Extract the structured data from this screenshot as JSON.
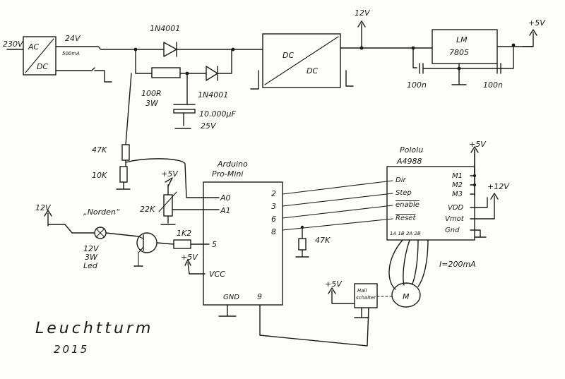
{
  "power": {
    "mains": "230V",
    "adapter_top": "AC",
    "adapter_bottom": "DC",
    "adapter_out_voltage": "24V",
    "adapter_out_current": "500mA",
    "diode_top": "1N4001",
    "diode_mid": "1N4001",
    "resistor_value": "100R",
    "resistor_power": "3W",
    "cap_value": "10.000µF",
    "cap_voltage": "25V",
    "dcdc_left": "DC",
    "dcdc_right": "DC",
    "rail_12v": "12V",
    "reg_name": "LM",
    "reg_part": "7805",
    "rail_5v": "+5V",
    "cap_left": "100n",
    "cap_right": "100n"
  },
  "divider": {
    "r_top": "47K",
    "r_bottom": "10K"
  },
  "arduino": {
    "name": "Arduino",
    "model": "Pro-Mini",
    "pin_a0": "A0",
    "pin_a1": "A1",
    "pin_5": "5",
    "pin_vcc": "VCC",
    "pin_gnd": "GND",
    "pin_2": "2",
    "pin_3": "3",
    "pin_6": "6",
    "pin_8": "8",
    "pin_9": "9"
  },
  "pot": {
    "label": "„Norden“",
    "value": "22K",
    "supply": "+5V"
  },
  "lamp": {
    "supply": "12V",
    "v": "12V",
    "w": "3W",
    "type": "Led",
    "base_resistor": "1K2",
    "vcc_supply": "+5V"
  },
  "driver": {
    "name": "Pololu",
    "model": "A4988",
    "pin_dir": "Dir",
    "pin_step": "Step",
    "pin_enable": "enable",
    "pin_reset": "Reset",
    "pin_m1": "M1",
    "pin_m2": "M2",
    "pin_m3": "M3",
    "pin_vdd": "VDD",
    "pin_vmot": "Vmot",
    "pin_gnd": "Gnd",
    "pin_bottom": "1A 1B 2A 2B",
    "supply_5v": "+5V",
    "supply_12v": "+12V",
    "pullup": "47K",
    "current": "I=200mA"
  },
  "hall": {
    "supply": "+5V",
    "line1": "Hall",
    "line2": "schalter",
    "motor": "M"
  },
  "title": {
    "name": "Leuchtturm",
    "year": "2015"
  }
}
